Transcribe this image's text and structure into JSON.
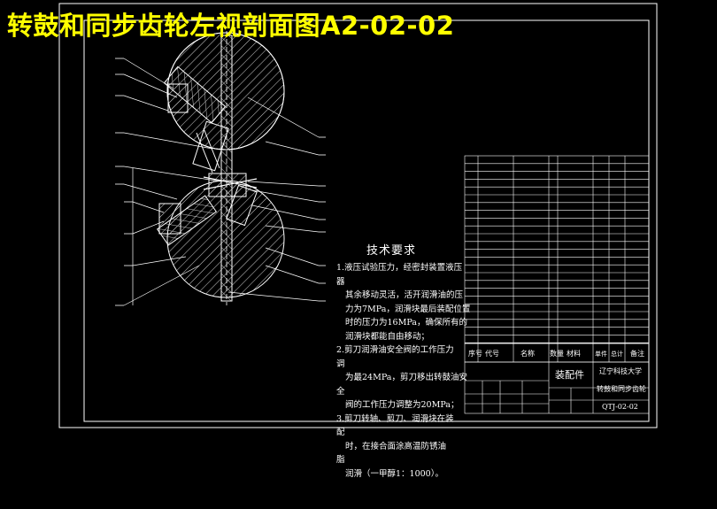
{
  "title": "转鼓和同步齿轮左视剖面图A2-02-02",
  "tech_requirements": {
    "heading": "技术要求",
    "lines": [
      "1.液压试验压力，经密封装置液压",
      "器",
      "  其余移动灵活，活开润滑油的压",
      "  力为7MPa，润滑块最后装配位置",
      "  时的压力为16MPa，确保所有的",
      "  润滑块都能自由移动；",
      "2.剪刀润滑油安全阀的工作压力",
      "调",
      "  为最24MPa，剪刀移出转鼓油安",
      "全",
      "  阀的工作压力调整为20MPa；",
      "3.剪刀转轴、剪刀、润滑块在装",
      "配",
      "  时，在接合面涂高温防锈油",
      "脂",
      "  润滑（一甲醇1：1000）。"
    ]
  },
  "title_block": {
    "org": "辽宁科技大学",
    "drawing_name": "转鼓和同步齿轮",
    "drawing_no": "QTJ-02-02",
    "assembly_label": "装配件",
    "header_cols": [
      "序号",
      "代号",
      "名称",
      "数量",
      "材料",
      "单件",
      "总计",
      "备注"
    ]
  },
  "colors": {
    "background": "#000000",
    "title": "#ffff00",
    "lines": "#ffffff",
    "hatch": "#c0c0c0"
  }
}
